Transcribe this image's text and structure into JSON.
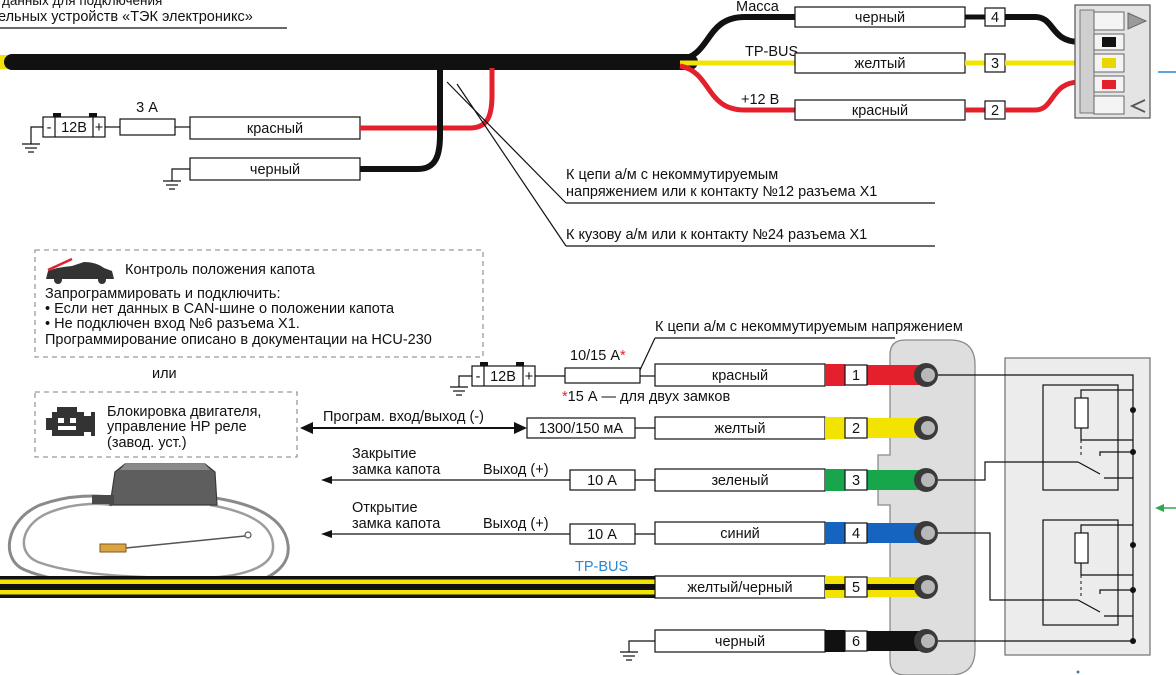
{
  "header": {
    "line1": "данных для подключения",
    "line2": "ельных устройств «ТЭК электроникс»"
  },
  "top": {
    "outputs": [
      {
        "label": "Масса",
        "wire": "черный",
        "pin": "4"
      },
      {
        "label": "TP-BUS",
        "wire": "желтый",
        "pin": "3"
      },
      {
        "label": "+12 В",
        "wire": "красный",
        "pin": "2"
      }
    ],
    "battery": {
      "minus": "-",
      "voltage": "12В",
      "plus": "+"
    },
    "fuse": "3 А",
    "power_wire": "красный",
    "ground_wire": "черный",
    "note_power": [
      "К цепи а/м с некоммутируемым",
      "напряжением или к контакту №12 разъема X1"
    ],
    "note_ground": "К кузову а/м или к контакту №24 разъема X1"
  },
  "hood_box": {
    "title": "Контроль положения капота",
    "lines": [
      "Запрограммировать и подключить:",
      "• Если нет данных в CAN-шине о положении капота",
      "• Не подключен вход №6 разъема X1.",
      "Программирование описано в документации на HCU-230"
    ]
  },
  "or_text": "или",
  "engine_box": {
    "lines": [
      "Блокировка двигателя,",
      "управление НР реле",
      "(завод. уст.)"
    ]
  },
  "bottom": {
    "power_note": "К цепи а/м с некоммутируемым напряжением",
    "battery": {
      "minus": "-",
      "voltage": "12В",
      "plus": "+"
    },
    "fuse_main": "10/15 А",
    "asterisk": "*",
    "fuse_note": "15 А — для двух замков",
    "prog_label": "Програм. вход/выход (-)",
    "prog_fuse": "1300/150 мА",
    "close_label": [
      "Закрытие",
      "замка капота"
    ],
    "open_label": [
      "Открытие",
      "замка капота"
    ],
    "output_label": "Выход (+)",
    "output_fuse": "10 А",
    "tpbus": "TP-BUS",
    "rows": [
      {
        "wire": "красный",
        "pin": "1"
      },
      {
        "wire": "желтый",
        "pin": "2"
      },
      {
        "wire": "зеленый",
        "pin": "3"
      },
      {
        "wire": "синий",
        "pin": "4"
      },
      {
        "wire": "желтый/черный",
        "pin": "5"
      },
      {
        "wire": "черный",
        "pin": "6"
      }
    ]
  },
  "colors": {
    "red": "#e3202b",
    "yellow": "#f2e400",
    "green": "#17a64b",
    "blue": "#1565c0",
    "black": "#111111",
    "tpbus_text": "#2a86d0",
    "connector_gray": "#dedede"
  }
}
